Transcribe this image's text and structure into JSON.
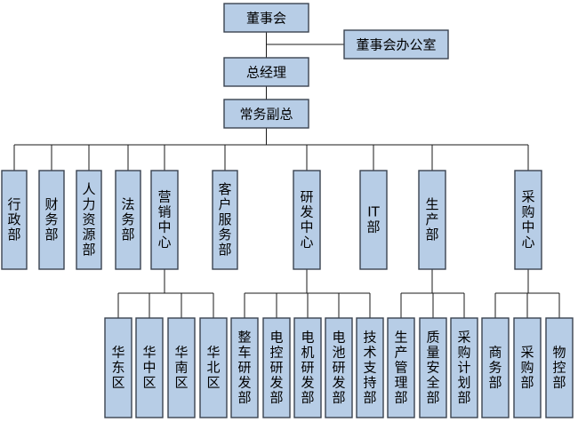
{
  "orgchart": {
    "top": [
      {
        "key": "board",
        "label": "董事会"
      },
      {
        "key": "board_office",
        "label": "董事会办公室"
      },
      {
        "key": "gm",
        "label": "总经理"
      },
      {
        "key": "evp",
        "label": "常务副总"
      }
    ],
    "departments": [
      {
        "key": "admin",
        "label": "行政部"
      },
      {
        "key": "finance",
        "label": "财务部"
      },
      {
        "key": "hr",
        "label": "人力资源部"
      },
      {
        "key": "legal",
        "label": "法务部"
      },
      {
        "key": "marketing",
        "label": "营销中心"
      },
      {
        "key": "customer_service",
        "label": "客户服务部"
      },
      {
        "key": "rnd",
        "label": "研发中心"
      },
      {
        "key": "it",
        "label": "IT部"
      },
      {
        "key": "production",
        "label": "生产部"
      },
      {
        "key": "procurement",
        "label": "采购中心"
      }
    ],
    "sub_units": [
      {
        "parent": "marketing",
        "items": [
          {
            "key": "east",
            "label": "华东区"
          },
          {
            "key": "central",
            "label": "华中区"
          },
          {
            "key": "south",
            "label": "华南区"
          },
          {
            "key": "north",
            "label": "华北区"
          }
        ]
      },
      {
        "parent": "rnd",
        "items": [
          {
            "key": "vehicle_rnd",
            "label": "整车研发部"
          },
          {
            "key": "ecu_rnd",
            "label": "电控研发部"
          },
          {
            "key": "motor_rnd",
            "label": "电机研发部"
          },
          {
            "key": "battery_rnd",
            "label": "电池研发部"
          },
          {
            "key": "tech_support",
            "label": "技术支持部"
          }
        ]
      },
      {
        "parent": "production",
        "items": [
          {
            "key": "prod_mgmt",
            "label": "生产管理部"
          },
          {
            "key": "qa_safety",
            "label": "质量安全部"
          },
          {
            "key": "purchase_plan",
            "label": "采购计划部"
          }
        ]
      },
      {
        "parent": "procurement",
        "items": [
          {
            "key": "commerce",
            "label": "商务部"
          },
          {
            "key": "purchasing",
            "label": "采购部"
          },
          {
            "key": "material_ctrl",
            "label": "物控部"
          }
        ]
      }
    ]
  }
}
